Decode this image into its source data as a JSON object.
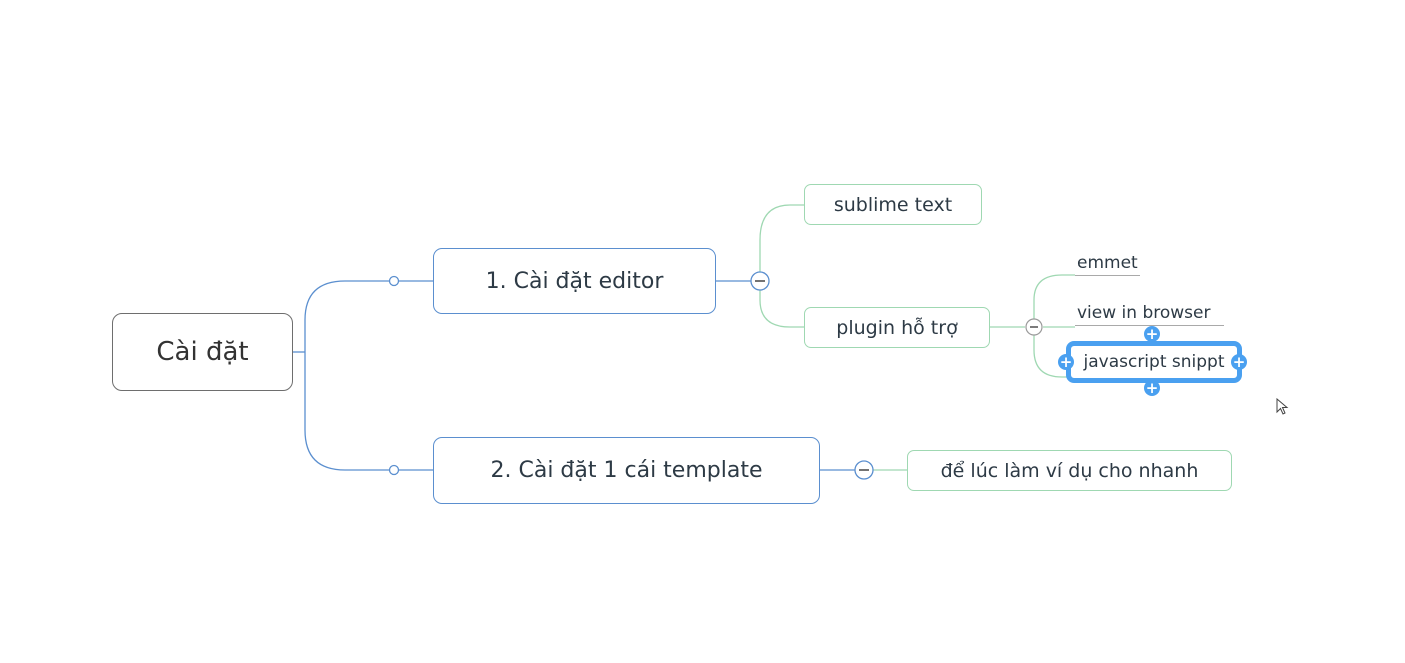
{
  "mindmap": {
    "root": {
      "label": "Cài đặt"
    },
    "branch1": {
      "label": "1. Cài đặt editor",
      "children": {
        "sublime": "sublime text",
        "plugin": {
          "label": "plugin hỗ trợ",
          "children": [
            "emmet",
            "view in browser",
            "javascript snippt"
          ]
        }
      }
    },
    "branch2": {
      "label": "2. Cài đặt 1 cái template",
      "children": {
        "example": "để lúc làm ví dụ cho nhanh"
      }
    },
    "selected_node": "javascript snippt"
  },
  "colors": {
    "root_border": "#6e6e6e",
    "main_branch": "#5b8fcf",
    "sub_branch": "#9fd8b2",
    "selection": "#4aa0f0"
  },
  "icons": {
    "collapse": "minus-circle-icon",
    "add": "plus-icon",
    "cursor": "mouse-pointer-icon"
  }
}
